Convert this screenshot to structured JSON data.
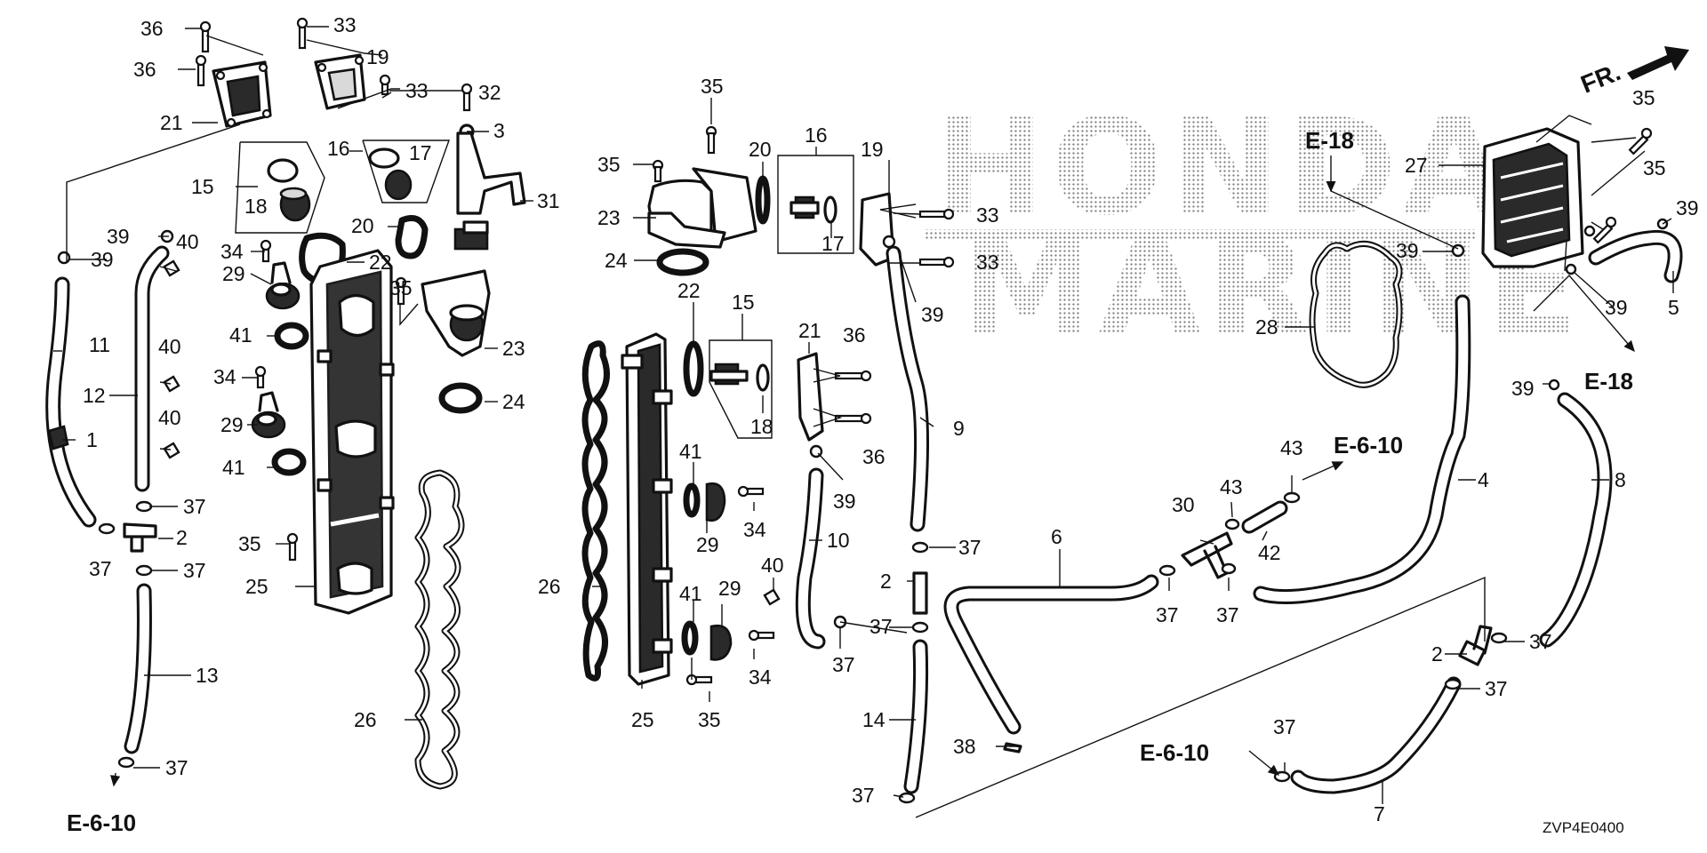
{
  "diagram_code": "ZVP4E0400",
  "direction_label": "FR.",
  "watermark": [
    "HONDA",
    "MARINE"
  ],
  "refs": {
    "r_e18_top": "E-18",
    "r_e18_right": "E-18",
    "r_e610_a": "E-6-10",
    "r_e610_b": "E-6-10",
    "r_e610_c": "E-6-10"
  },
  "callouts": {
    "c36a": "36",
    "c36b": "36",
    "c21a": "21",
    "c33a": "33",
    "c19a": "19",
    "c33b": "33",
    "c32": "32",
    "c3": "3",
    "c16a": "16",
    "c17a": "17",
    "c15a": "15",
    "c18a": "18",
    "c31": "31",
    "c39a": "39",
    "c39b": "39",
    "c40a": "40",
    "c40b": "40",
    "c40c": "40",
    "c34a": "34",
    "c20a": "20",
    "c22a": "22",
    "c29a": "29",
    "c35a": "35",
    "c41a": "41",
    "c23a": "23",
    "c24a": "24",
    "c34b": "34",
    "c29b": "29",
    "c41b": "41",
    "c11": "11",
    "c12": "12",
    "c1": "1",
    "c37a": "37",
    "c2a": "2",
    "c37b": "37",
    "c37c": "37",
    "c35b": "35",
    "c25a": "25",
    "c13": "13",
    "c37d": "37",
    "c26a": "26",
    "c35c": "35",
    "c35d": "35",
    "c23b": "23",
    "c24b": "24",
    "c20b": "20",
    "c16b": "16",
    "c17b": "17",
    "c19b": "19",
    "c33c": "33",
    "c33d": "33",
    "c39c": "39",
    "c22b": "22",
    "c15b": "15",
    "c18b": "18",
    "c21b": "21",
    "c36c": "36",
    "c36d": "36",
    "c9": "9",
    "c39d": "39",
    "c41c": "41",
    "c34c": "34",
    "c29c": "29",
    "c10": "10",
    "c37e": "37",
    "c2b": "2",
    "c26b": "26",
    "c29d": "29",
    "c40d": "40",
    "c41d": "41",
    "c37f": "37",
    "c37g": "37",
    "c34d": "34",
    "c25b": "25",
    "c35e": "35",
    "c14": "14",
    "c38": "38",
    "c37h": "37",
    "c6": "6",
    "c30": "30",
    "c43a": "43",
    "c43b": "43",
    "c42": "42",
    "c37i": "37",
    "c37j": "37",
    "c4": "4",
    "c28": "28",
    "c27": "27",
    "c35f": "35",
    "c35g": "35",
    "c39e": "39",
    "c39f": "39",
    "c39g": "39",
    "c39h": "39",
    "c5": "5",
    "c8": "8",
    "c2c": "2",
    "c37k": "37",
    "c37l": "37",
    "c37m": "37",
    "c7": "7"
  }
}
